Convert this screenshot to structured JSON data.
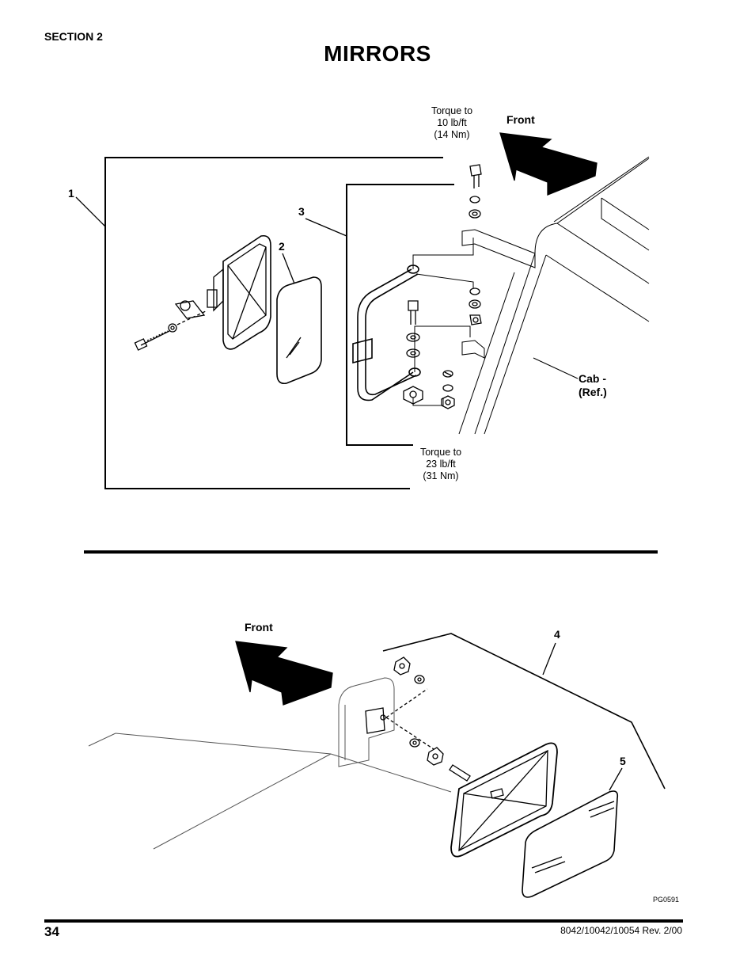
{
  "header": {
    "section": "SECTION 2",
    "title": "MIRRORS"
  },
  "figure_top": {
    "torque_top": [
      "Torque to",
      "10 lb/ft",
      "(14 Nm)"
    ],
    "front_label": "Front",
    "cab_label": [
      "Cab -",
      "(Ref.)"
    ],
    "torque_bottom": [
      "Torque to",
      "23 lb/ft",
      "(31 Nm)"
    ],
    "callouts": [
      "1",
      "2",
      "3"
    ]
  },
  "figure_bottom": {
    "front_label": "Front",
    "callouts": [
      "4",
      "5"
    ],
    "figure_id": "PG0591"
  },
  "footer": {
    "page_number": "34",
    "doc_number": "8042/10042/10054 Rev. 2/00"
  }
}
